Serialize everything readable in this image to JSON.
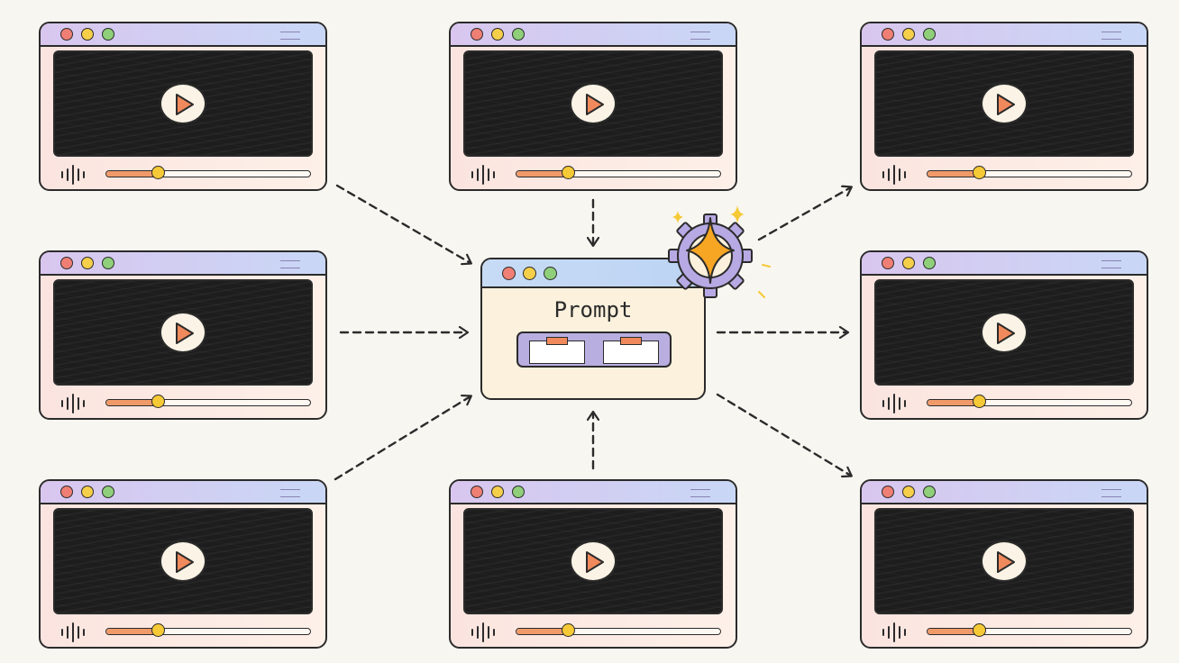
{
  "prompt_box": {
    "title": "Prompt"
  },
  "colors": {
    "background": "#f8f6f1",
    "title_bar": "#c9d7f6",
    "screen": "#1d1d1d",
    "progress_fill": "#f09a6a",
    "progress_knob": "#f6c936",
    "play_triangle": "#f08a5c",
    "gear": "#b7a9e3",
    "sparkle": "#f6a623",
    "prompt_box": "#fbf1dc"
  },
  "video_windows": [
    {
      "role": "input",
      "progress": 0.25
    },
    {
      "role": "input",
      "progress": 0.25
    },
    {
      "role": "input",
      "progress": 0.25
    },
    {
      "role": "input",
      "progress": 0.25
    },
    {
      "role": "input",
      "progress": 0.25
    },
    {
      "role": "output",
      "progress": 0.25
    },
    {
      "role": "output",
      "progress": 0.25
    },
    {
      "role": "output",
      "progress": 0.25
    }
  ],
  "icons": [
    "play-icon",
    "volume-icon",
    "gear-icon",
    "sparkle-icon",
    "window-dots"
  ]
}
